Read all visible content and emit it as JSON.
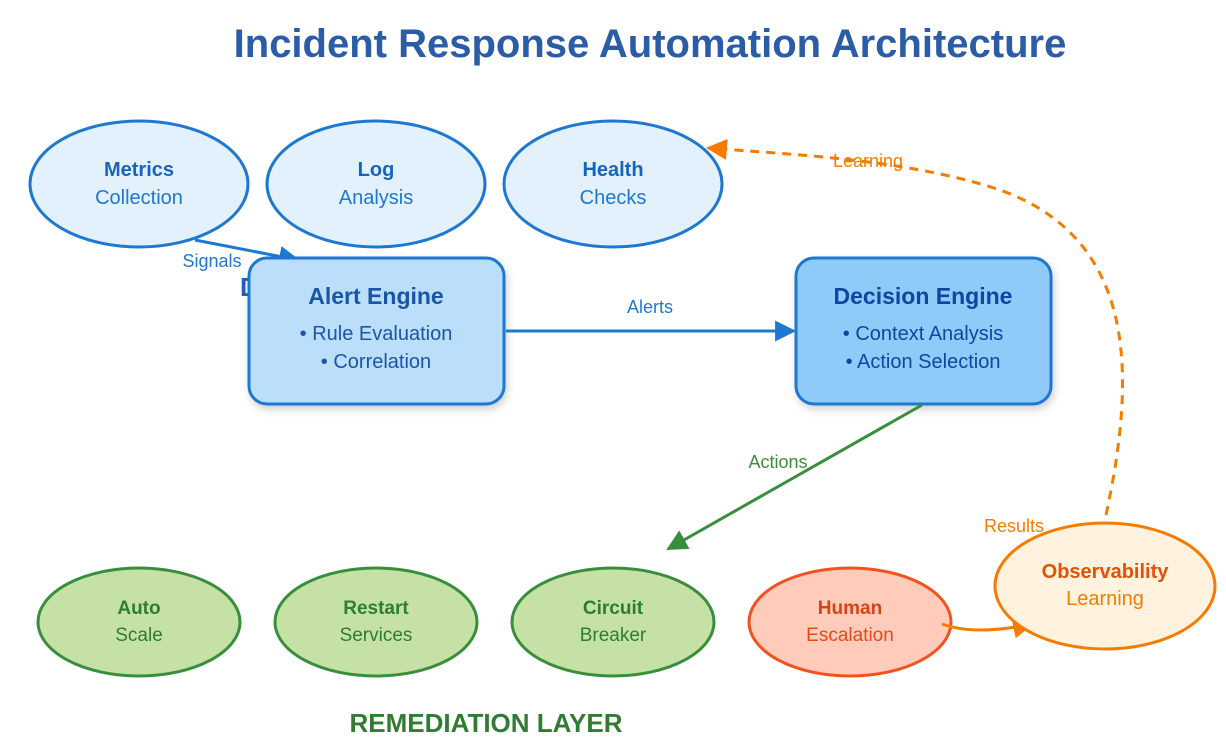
{
  "title": "Incident Response Automation Architecture",
  "partially_hidden_label": "D                          R",
  "detection_sources": [
    {
      "name": "Metrics",
      "sub": "Collection"
    },
    {
      "name": "Log",
      "sub": "Analysis"
    },
    {
      "name": "Health",
      "sub": "Checks"
    }
  ],
  "alert_engine": {
    "title": "Alert Engine",
    "bullets": [
      "• Rule Evaluation",
      "• Correlation"
    ]
  },
  "decision_engine": {
    "title": "Decision Engine",
    "bullets": [
      "• Context Analysis",
      "• Action Selection"
    ]
  },
  "remediation": [
    {
      "name": "Auto",
      "sub": "Scale"
    },
    {
      "name": "Restart",
      "sub": "Services"
    },
    {
      "name": "Circuit",
      "sub": "Breaker"
    }
  ],
  "human": {
    "name": "Human",
    "sub": "Escalation"
  },
  "observability": {
    "name": "Observability",
    "sub": "Learning"
  },
  "edges": {
    "signals": "Signals",
    "alerts": "Alerts",
    "actions": "Actions",
    "results": "Results",
    "learning": "Learning"
  },
  "remediation_layer_label": "REMEDIATION LAYER",
  "colors": {
    "title": "#2a5ca8",
    "blue_stroke": "#1e78d2",
    "blue_fill_light": "#e3f1fc",
    "blue_box_fill": "#bbdefb",
    "decision_fill": "#90caf9",
    "green_stroke": "#388e3c",
    "green_fill": "#c5e1a5",
    "orange_stroke": "#f57c00",
    "orange_fill": "#fff3e0",
    "red_stroke": "#f4511e",
    "red_fill": "#ffccbc"
  }
}
